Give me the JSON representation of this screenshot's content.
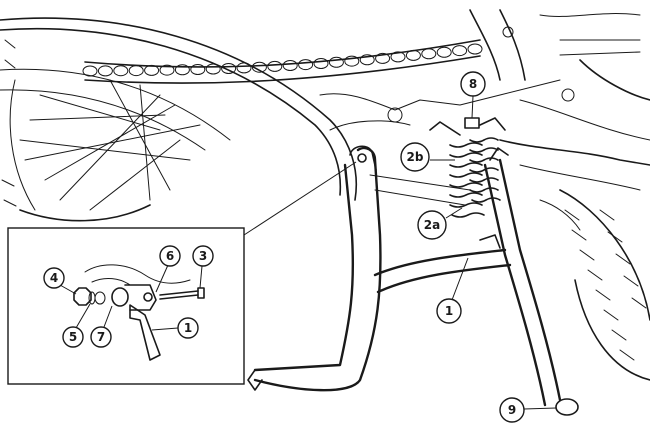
{
  "callouts": {
    "c1_main": "1",
    "c2a": "2a",
    "c2b": "2b",
    "c8": "8",
    "c9": "9",
    "c1_inset": "1",
    "c3": "3",
    "c4": "4",
    "c5": "5",
    "c6": "6",
    "c7": "7"
  },
  "colors": {
    "ink": "#1a1a1a",
    "background": "#ffffff"
  }
}
